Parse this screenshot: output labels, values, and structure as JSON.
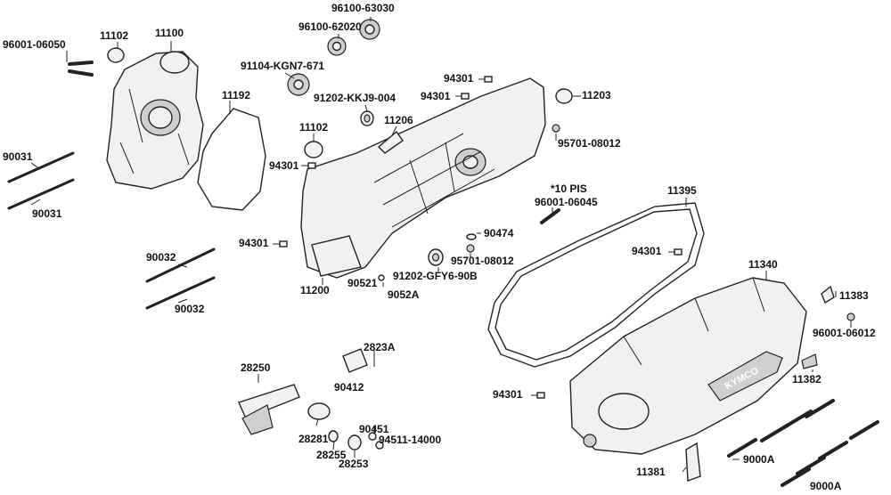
{
  "labels": [
    {
      "id": "p96100_63030",
      "text": "96100-63030"
    },
    {
      "id": "p96100_62020",
      "text": "96100-62020"
    },
    {
      "id": "p11102_a",
      "text": "11102"
    },
    {
      "id": "p11100",
      "text": "11100"
    },
    {
      "id": "p96001_06050",
      "text": "96001-06050"
    },
    {
      "id": "p91104",
      "text": "91104-KGN7-671"
    },
    {
      "id": "p91202_kkj9",
      "text": "91202-KKJ9-004"
    },
    {
      "id": "p11192",
      "text": "11192"
    },
    {
      "id": "p94301_a",
      "text": "94301"
    },
    {
      "id": "p94301_b",
      "text": "94301"
    },
    {
      "id": "p11203",
      "text": "11203"
    },
    {
      "id": "p11206",
      "text": "11206"
    },
    {
      "id": "p11102_b",
      "text": "11102"
    },
    {
      "id": "p95701_08012_a",
      "text": "95701-08012"
    },
    {
      "id": "p90031_a",
      "text": "90031"
    },
    {
      "id": "p94301_c",
      "text": "94301"
    },
    {
      "id": "p10pis",
      "text": "*10 PIS"
    },
    {
      "id": "p11395",
      "text": "11395"
    },
    {
      "id": "p96001_06045",
      "text": "96001-06045"
    },
    {
      "id": "p90031_b",
      "text": "90031"
    },
    {
      "id": "p90474",
      "text": "90474"
    },
    {
      "id": "p94301_d",
      "text": "94301"
    },
    {
      "id": "p94301_e",
      "text": "94301"
    },
    {
      "id": "p95701_08012_b",
      "text": "95701-08012"
    },
    {
      "id": "p90032_a",
      "text": "90032"
    },
    {
      "id": "p11340",
      "text": "11340"
    },
    {
      "id": "p91202_gfy6",
      "text": "91202-GFY6-90B"
    },
    {
      "id": "p90521",
      "text": "90521"
    },
    {
      "id": "p11200",
      "text": "11200"
    },
    {
      "id": "p11383",
      "text": "11383"
    },
    {
      "id": "p9052a",
      "text": "9052A"
    },
    {
      "id": "p90032_b",
      "text": "90032"
    },
    {
      "id": "p96001_06012",
      "text": "96001-06012"
    },
    {
      "id": "p2823a",
      "text": "2823A"
    },
    {
      "id": "p28250",
      "text": "28250"
    },
    {
      "id": "p90412",
      "text": "90412"
    },
    {
      "id": "p11382",
      "text": "11382"
    },
    {
      "id": "p94301_f",
      "text": "94301"
    },
    {
      "id": "p90451",
      "text": "90451"
    },
    {
      "id": "p28281",
      "text": "28281"
    },
    {
      "id": "p94511",
      "text": "94511-14000"
    },
    {
      "id": "p28255",
      "text": "28255"
    },
    {
      "id": "p28253",
      "text": "28253"
    },
    {
      "id": "p9000a_a",
      "text": "9000A"
    },
    {
      "id": "p11381",
      "text": "11381"
    },
    {
      "id": "p9000a_b",
      "text": "9000A"
    }
  ],
  "cover_logo": "KYMCO"
}
